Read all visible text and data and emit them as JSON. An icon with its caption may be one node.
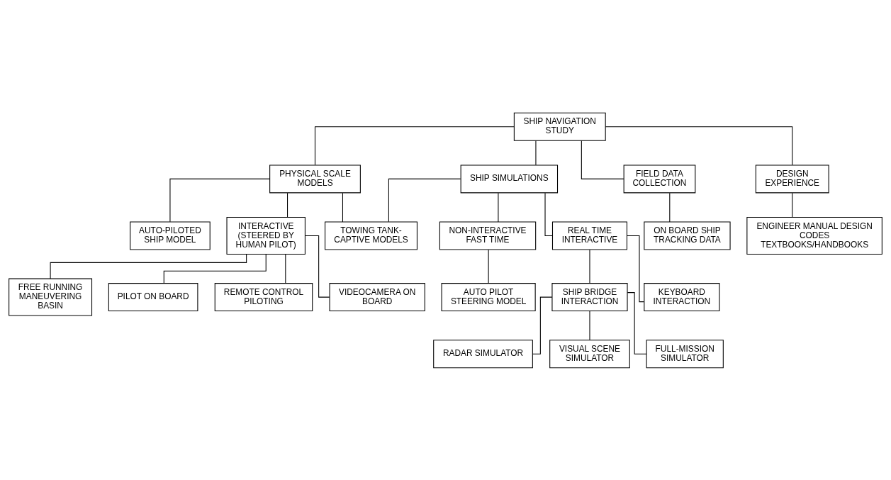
{
  "diagram": {
    "nodes": [
      {
        "text": [
          "SHIP NAVIGATION STUDY"
        ]
      },
      {
        "text": [
          "PHYSICAL SCALE MODELS"
        ]
      },
      {
        "text": [
          "SHIP SIMULATIONS"
        ]
      },
      {
        "text": [
          "FIELD DATA COLLECTION"
        ]
      },
      {
        "text": [
          "DESIGN EXPERIENCE"
        ]
      },
      {
        "text": [
          "TOWING TANK-CAPTIVE MODELS"
        ]
      },
      {
        "text": [
          "AUTO-PILOTED SHIP MODEL"
        ]
      },
      {
        "text": [
          "INTERACTIVE (STEERED BY HUMAN PILOT)"
        ]
      },
      {
        "text": [
          "NON-INTERACTIVE FAST TIME"
        ]
      },
      {
        "text": [
          "REAL TIME INTERACTIVE"
        ]
      },
      {
        "text": [
          "ON BOARD SHIP TRACKING DATA"
        ]
      },
      {
        "text": [
          "ENGINEER MANUAL DESIGN CODES TEXTBOOKS/HANDBOOKS"
        ]
      },
      {
        "text": [
          "FREE RUNNING MANEUVERING BASIN"
        ]
      },
      {
        "text": [
          "PILOT ON BOARD"
        ]
      },
      {
        "text": [
          "REMOTE CONTROL PILOTING"
        ]
      },
      {
        "text": [
          "VIDEOCAMERA ON BOARD"
        ]
      },
      {
        "text": [
          "AUTO PILOT STEERING MODEL"
        ]
      },
      {
        "text": [
          "SHIP BRIDGE INTERACTION"
        ]
      },
      {
        "text": [
          "KEYBOARD INTERACTION"
        ]
      },
      {
        "text": [
          "RADAR SIMULATOR"
        ]
      },
      {
        "text": [
          "VISUAL SCENE SIMULATOR"
        ]
      },
      {
        "text": [
          "FULL-MISSION SIMULATOR"
        ]
      }
    ],
    "edges": [
      {
        "from": 0,
        "to": 1,
        "arrow": "none"
      },
      {
        "from": 0,
        "to": 2,
        "arrow": "none"
      },
      {
        "from": 0,
        "to": 3,
        "arrow": "none"
      },
      {
        "from": 0,
        "to": 4,
        "arrow": "none"
      },
      {
        "from": 1,
        "to": 5,
        "arrow": "none"
      },
      {
        "from": 2,
        "to": 5,
        "arrow": "none"
      },
      {
        "from": 1,
        "to": 6,
        "arrow": "none"
      },
      {
        "from": 1,
        "to": 7,
        "arrow": "none"
      },
      {
        "from": 2,
        "to": 8,
        "arrow": "none"
      },
      {
        "from": 2,
        "to": 9,
        "arrow": "none"
      },
      {
        "from": 3,
        "to": 10,
        "arrow": "none"
      },
      {
        "from": 4,
        "to": 11,
        "arrow": "none"
      },
      {
        "from": 7,
        "to": 12,
        "arrow": "none"
      },
      {
        "from": 7,
        "to": 13,
        "arrow": "none"
      },
      {
        "from": 7,
        "to": 14,
        "arrow": "none"
      },
      {
        "from": 7,
        "to": 15,
        "arrow": "none"
      },
      {
        "from": 8,
        "to": 16,
        "arrow": "none"
      },
      {
        "from": 9,
        "to": 17,
        "arrow": "none"
      },
      {
        "from": 9,
        "to": 18,
        "arrow": "none"
      },
      {
        "from": 17,
        "to": 19,
        "arrow": "none"
      },
      {
        "from": 17,
        "to": 20,
        "arrow": "none"
      },
      {
        "from": 17,
        "to": 21,
        "arrow": "none"
      }
    ]
  }
}
